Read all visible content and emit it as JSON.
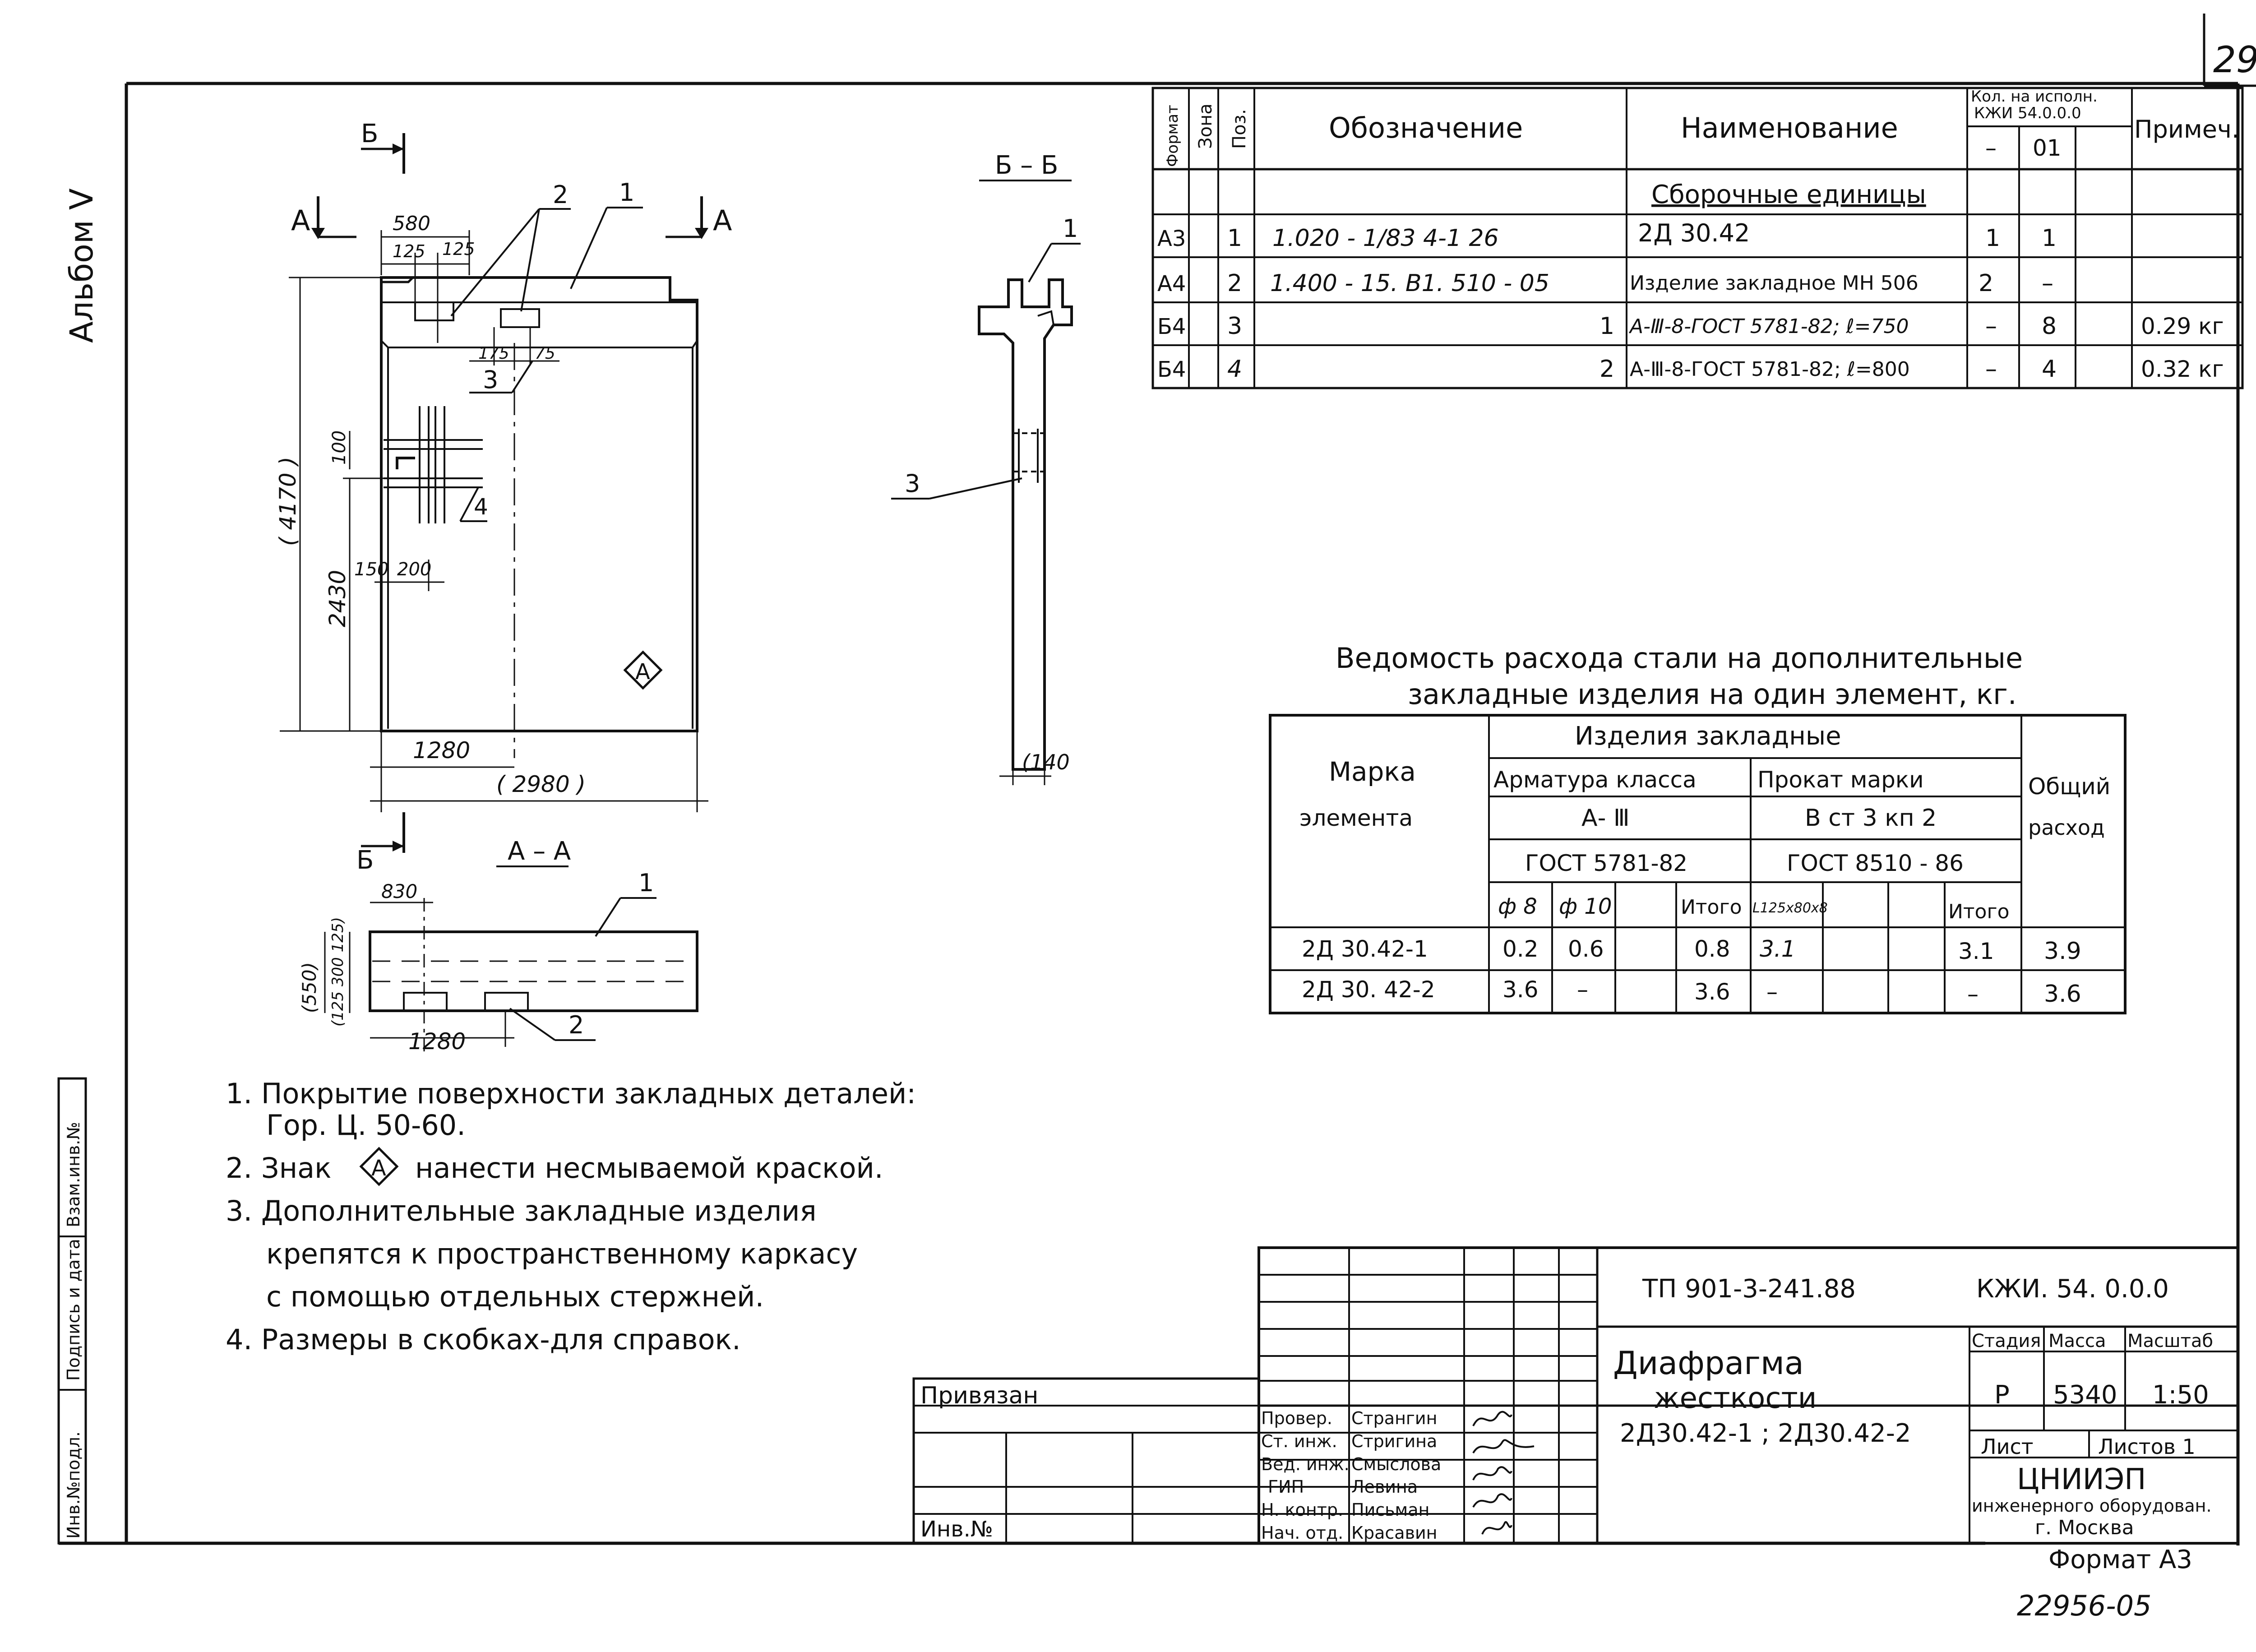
{
  "page_number": "29",
  "album": "Альбом Ⅴ",
  "spec": {
    "headers": {
      "format": "Формат",
      "zone": "Зона",
      "pos": "Поз.",
      "designation": "Обозначение",
      "name": "Наименование",
      "qty": "Кол. на исполн.",
      "qty_ref": "КЖИ 54.0.0.0",
      "qty_a": "–",
      "qty_b": "01",
      "note": "Примеч."
    },
    "section": "Сборочные единицы",
    "rows": [
      {
        "format": "А3",
        "pos": "1",
        "designation": "1.020 - 1/83   4-1  26",
        "name": "2Д 30.42",
        "q1": "1",
        "q2": "1",
        "note": ""
      },
      {
        "format": "А4",
        "pos": "2",
        "designation": "1.400 - 15. В1. 510 - 05",
        "name": "Изделие закладное МН 506",
        "q1": "2",
        "q2": "–",
        "note": ""
      },
      {
        "format": "Б4",
        "pos": "3",
        "designation": "1",
        "name": "А-Ⅲ-8-ГОСТ 5781-82; ℓ=750",
        "q1": "–",
        "q2": "8",
        "note": "0.29 кг"
      },
      {
        "format": "Б4",
        "pos": "4",
        "designation": "2",
        "name": "А-Ⅲ-8-ГОСТ 5781-82; ℓ=800",
        "q1": "–",
        "q2": "4",
        "note": "0.32 кг"
      }
    ]
  },
  "drawing": {
    "labels": {
      "cut_a": "А",
      "cut_b": "Б",
      "section_bb": "Б – Б",
      "section_aa": "А – А",
      "d580": "580",
      "d125a": "125",
      "d125b": "125",
      "d175": "175",
      "d75": "75",
      "d4170": "( 4170 )",
      "d100": "100",
      "d2430": "2430",
      "d150": "150",
      "d200": "200",
      "d1280": "1280",
      "d2980": "( 2980 )",
      "d830": "830",
      "d550": "(550)",
      "d125_300_125": "(125 300 125)",
      "d1280b": "1280",
      "d140": "(140",
      "mark": "А",
      "p1": "1",
      "p2": "2",
      "p3": "3",
      "p4": "4"
    }
  },
  "steel": {
    "title1": "Ведомость расхода стали на дополнительные",
    "title2": "закладные изделия на один элемент, кг.",
    "h_mark1": "Марка",
    "h_mark2": "элемента",
    "h_items": "Изделия   закладные",
    "h_rebar": "Арматура класса",
    "h_rebar_cls": "А- Ⅲ",
    "h_rebar_gost": "ГОСТ 5781-82",
    "h_rolled": "Прокат марки",
    "h_rolled_grade": "В ст 3  кп 2",
    "h_rolled_gost": "ГОСТ 8510 - 86",
    "h_total1": "Общий",
    "h_total2": "расход",
    "c_phi8": "ф 8",
    "c_phi10": "ф 10",
    "c_itogo": "Итого",
    "c_L": "L125x80x8",
    "c_itogo2": "Итого",
    "rows": [
      {
        "mark": "2Д 30.42-1",
        "phi8": "0.2",
        "phi10": "0.6",
        "itogo": "0.8",
        "L": "3.1",
        "itogo2": "3.1",
        "total": "3.9"
      },
      {
        "mark": "2Д 30. 42-2",
        "phi8": "3.6",
        "phi10": "–",
        "itogo": "3.6",
        "L": "–",
        "itogo2": "–",
        "total": "3.6"
      }
    ]
  },
  "notes": [
    "1. Покрытие поверхности закладных деталей:",
    "Гор. Ц. 50-60.",
    "2. Знак",
    "нанести несмываемой краской.",
    "3. Дополнительные закладные изделия",
    "крепятся к пространственному каркасу",
    "с помощью отдельных стержней.",
    "4. Размеры в скобках-для справок."
  ],
  "side_strip": [
    "Инв.№подл.",
    "Подпись и дата",
    "Взам.инв.№"
  ],
  "stamp": {
    "doc_code": "ТП 901-3-241.88",
    "doc_mark": "КЖИ. 54. 0.0.0",
    "title": [
      "Диафрагма",
      "жесткости",
      "2Д30.42-1 ; 2Д30.42-2"
    ],
    "stage_h": "Стадия",
    "mass_h": "Масса",
    "scale_h": "Масштаб",
    "stage": "Р",
    "mass": "5340",
    "scale": "1:50",
    "sheet_h": "Лист",
    "sheets_h": "Листов 1",
    "org": [
      "ЦНИИЭП",
      "инженерного оборудован.",
      "г. Москва"
    ],
    "roles": [
      {
        "role": "Провер.",
        "name": "Странгин"
      },
      {
        "role": "Ст. инж.",
        "name": "Стригина"
      },
      {
        "role": "Вед. инж.",
        "name": "Смыслова"
      },
      {
        "role": "ГИП",
        "name": "Левина"
      },
      {
        "role": "Н. контр.",
        "name": "Письман"
      },
      {
        "role": "Нач. отд.",
        "name": "Красавин"
      }
    ],
    "privyazan": "Привязан",
    "inv": "Инв.№"
  },
  "format": "Формат А3",
  "bottom_code": "22956-05"
}
